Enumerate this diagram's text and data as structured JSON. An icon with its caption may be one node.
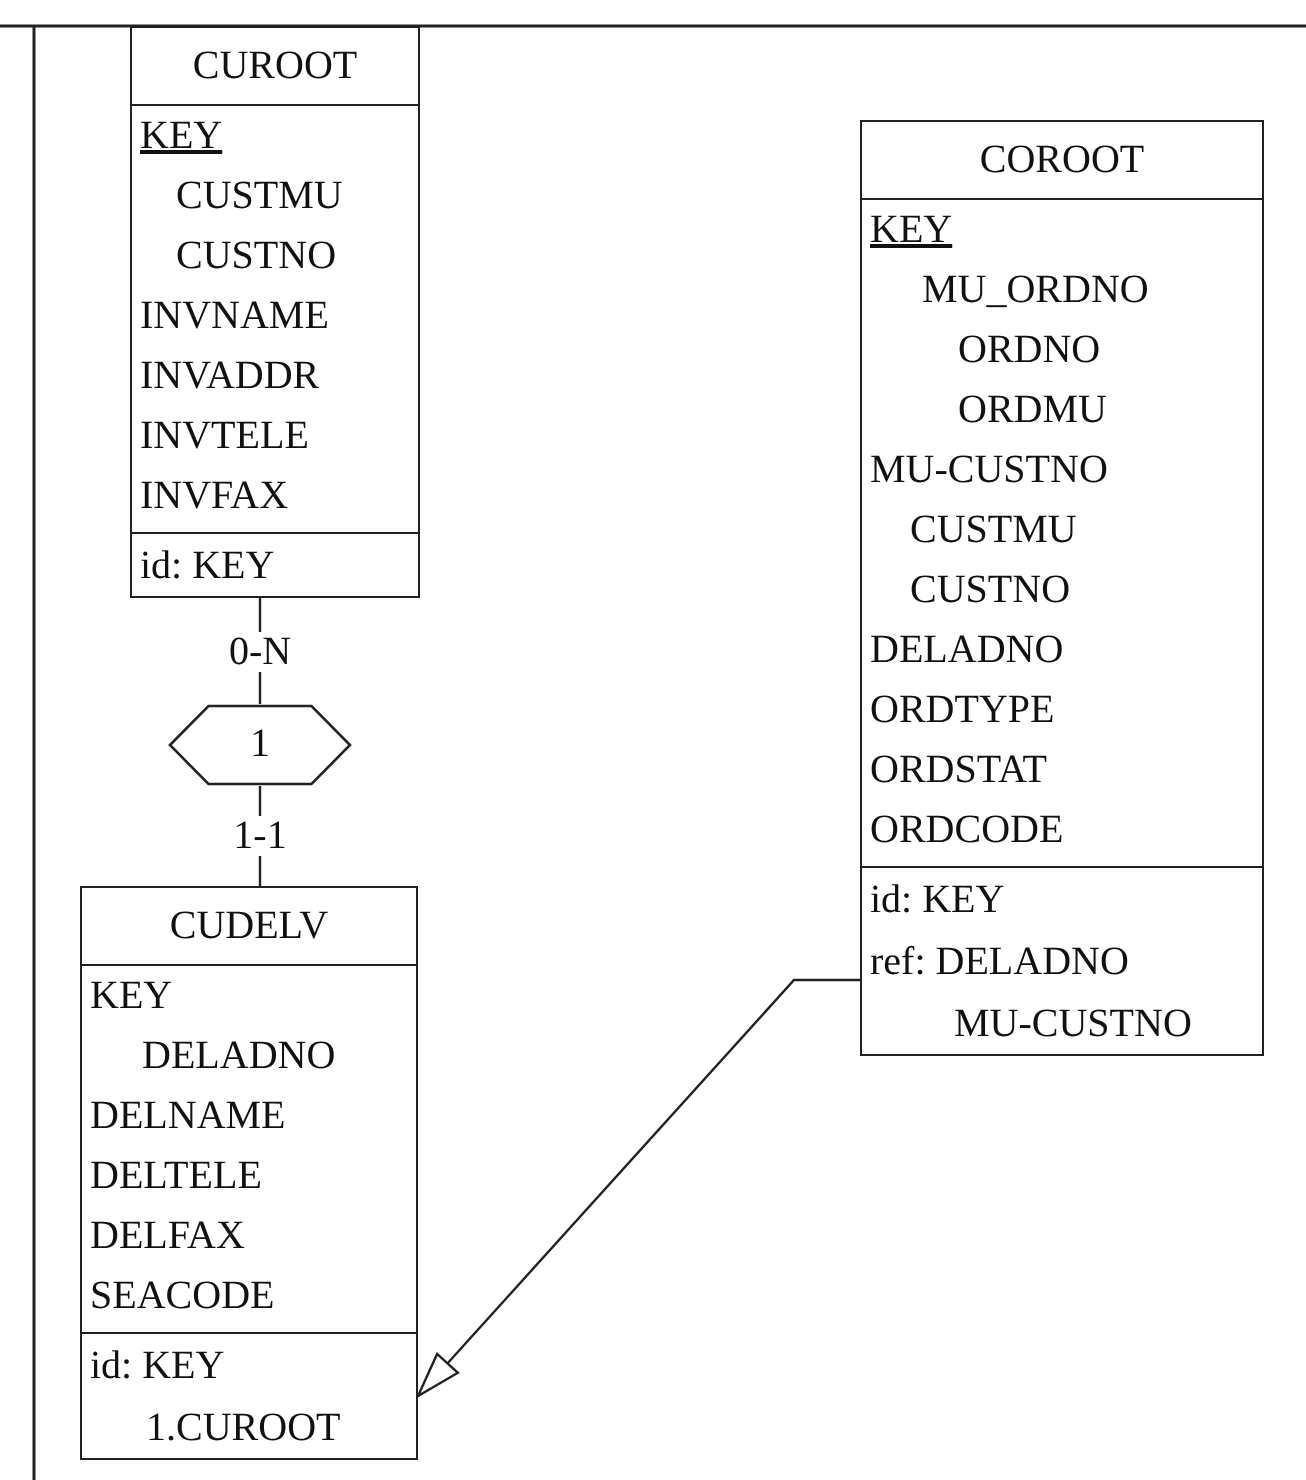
{
  "diagram": {
    "nodes": [
      {
        "text": [
          "CUROOT",
          "KEY",
          "CUSTMU",
          "CUSTNO",
          "INVNAME",
          "INVADDR",
          "INVTELE",
          "INVFAX",
          "id: KEY"
        ]
      },
      {
        "text": [
          "COROOT",
          "KEY",
          "MU_ORDNO",
          "ORDNO",
          "ORDMU",
          "MU-CUSTNO",
          "CUSTMU",
          "CUSTNO",
          "DELADNO",
          "ORDTYPE",
          "ORDSTAT",
          "ORDCODE",
          "id: KEY",
          "ref: DELADNO",
          "MU-CUSTNO"
        ]
      },
      {
        "text": [
          "1"
        ]
      },
      {
        "text": [
          "CUDELV",
          "KEY",
          "DELADNO",
          "DELNAME",
          "DELTELE",
          "DELFAX",
          "SEACODE",
          "id: KEY",
          "1.CUROOT"
        ]
      }
    ],
    "edges": [
      {
        "from": 0,
        "to": 2,
        "arrow": "none",
        "label": "0-N"
      },
      {
        "from": 2,
        "to": 3,
        "arrow": "none",
        "label": "1-1"
      },
      {
        "from": 1,
        "to": 3,
        "arrow": "to"
      }
    ]
  }
}
